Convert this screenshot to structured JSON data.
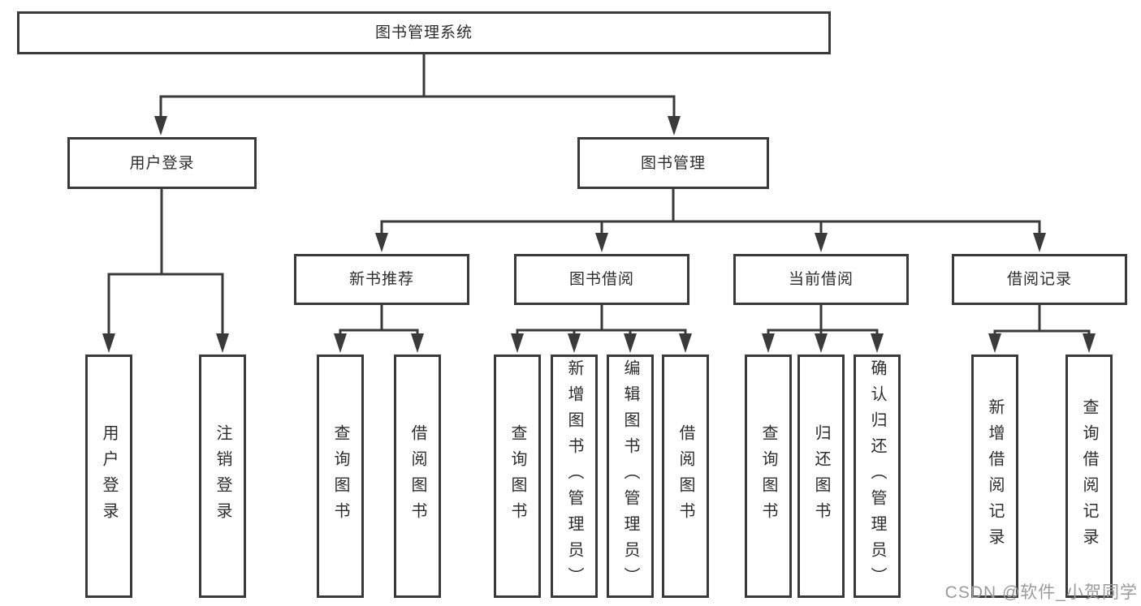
{
  "diagram": {
    "root": {
      "label": "图书管理系统"
    },
    "branches": [
      {
        "label": "用户登录",
        "children": [
          {
            "label": "用户登录"
          },
          {
            "label": "注销登录"
          }
        ]
      },
      {
        "label": "图书管理",
        "children": [
          {
            "label": "新书推荐",
            "children": [
              {
                "label": "查询图书"
              },
              {
                "label": "借阅图书"
              }
            ]
          },
          {
            "label": "图书借阅",
            "children": [
              {
                "label": "查询图书"
              },
              {
                "label": "新增图书（管理员）"
              },
              {
                "label": "编辑图书（管理员）"
              },
              {
                "label": "借阅图书"
              }
            ]
          },
          {
            "label": "当前借阅",
            "children": [
              {
                "label": "查询图书"
              },
              {
                "label": "归还图书"
              },
              {
                "label": "确认归还（管理员）"
              }
            ]
          },
          {
            "label": "借阅记录",
            "children": [
              {
                "label": "新增借阅记录"
              },
              {
                "label": "查询借阅记录"
              }
            ]
          }
        ]
      }
    ]
  },
  "colors": {
    "line": "#3a3a3a",
    "text": "#2d2d2d",
    "background": "#ffffff",
    "watermark_color": "#9b9b9b"
  },
  "watermark": "CSDN @软件_小贺同学"
}
